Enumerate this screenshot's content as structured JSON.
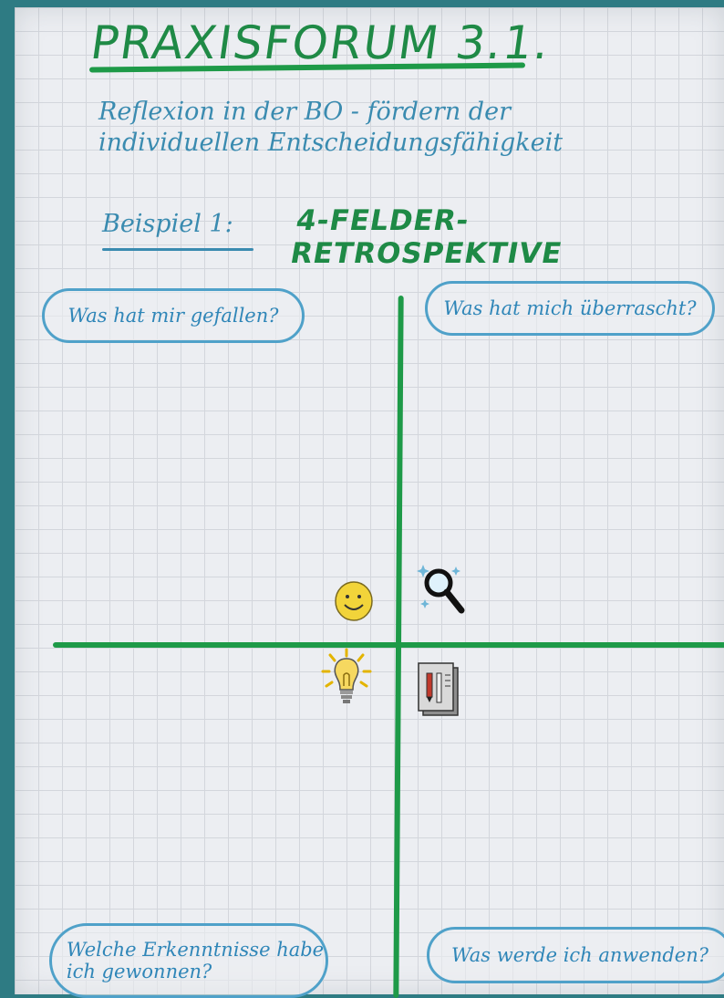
{
  "header": {
    "title": "PRAXISFORUM 3.1.",
    "subtitle_line1": "Reflexion in der BO - fördern der",
    "subtitle_line2": "individuellen Entscheidungsfähigkeit"
  },
  "example": {
    "label": "Beispiel 1:",
    "title": "4-FELDER-RETROSPEKTIVE"
  },
  "quadrants": [
    {
      "question": "Was hat mir gefallen?",
      "icon": "smiley-icon"
    },
    {
      "question": "Was hat mich überrascht?",
      "icon": "magnifier-icon"
    },
    {
      "question_line1": "Welche Erkenntnisse habe",
      "question_line2": "ich gewonnen?",
      "icon": "lightbulb-icon"
    },
    {
      "question": "Was werde ich anwenden?",
      "icon": "notes-icon"
    }
  ],
  "colors": {
    "background": "#2e7b83",
    "paper": "#eceef2",
    "heading_green": "#1f8a46",
    "line_green": "#1e9a48",
    "marker_blue": "#3a8bb0",
    "smiley_yellow": "#f2d43a"
  }
}
